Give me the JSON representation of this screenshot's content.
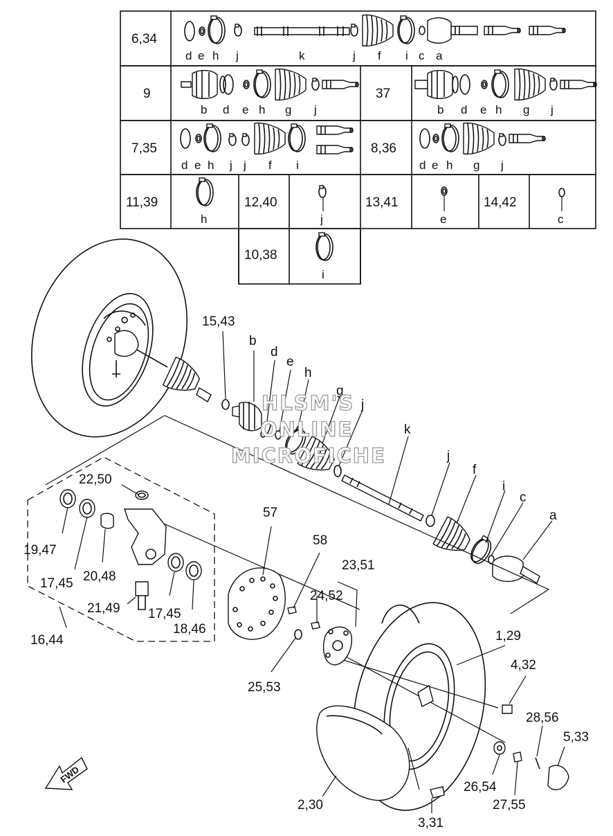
{
  "title_block": {
    "rows": [
      {
        "ref": "6,34",
        "letters": [
          "d",
          "e",
          "h",
          "j",
          "k",
          "j",
          "f",
          "i",
          "c",
          "a"
        ]
      },
      {
        "ref": "9",
        "letters": [
          "b",
          "d",
          "e",
          "h",
          "g",
          "j"
        ]
      },
      {
        "ref": "37",
        "letters": [
          "b",
          "d",
          "e",
          "h",
          "g",
          "j"
        ]
      },
      {
        "ref": "7,35",
        "letters": [
          "d",
          "e",
          "h",
          "j",
          "j",
          "f",
          "i"
        ]
      },
      {
        "ref": "8,36",
        "letters": [
          "d",
          "e",
          "h",
          "g",
          "j"
        ]
      },
      {
        "ref": "11,39",
        "letters": [
          "h"
        ]
      },
      {
        "ref": "12,40",
        "letters": [
          "j"
        ]
      },
      {
        "ref": "13,41",
        "letters": [
          "e"
        ]
      },
      {
        "ref": "14,42",
        "letters": [
          "c"
        ]
      },
      {
        "ref": "10,38",
        "letters": [
          "i"
        ]
      }
    ]
  },
  "callouts": {
    "c15": "15,43",
    "b": "b",
    "d": "d",
    "e": "e",
    "h": "h",
    "g": "g",
    "j1": "j",
    "k": "k",
    "j2": "j",
    "f": "f",
    "i": "i",
    "c": "c",
    "a": "a",
    "c22": "22,50",
    "c57": "57",
    "c58": "58",
    "c23": "23,51",
    "c24": "24,52",
    "c19": "19,47",
    "c17a": "17,45",
    "c20": "20,48",
    "c21": "21,49",
    "c17b": "17,45",
    "c18": "18,46",
    "c16": "16,44",
    "c1": "1,29",
    "c4": "4,32",
    "c25": "25,53",
    "c28": "28,56",
    "c5": "5,33",
    "c26": "26,54",
    "c27": "27,55",
    "c2": "2,30",
    "c3": "3,31"
  },
  "fwd_label": "FWD",
  "watermark": [
    "HLSM'S",
    "ONLINE",
    "MICROFICHE"
  ]
}
